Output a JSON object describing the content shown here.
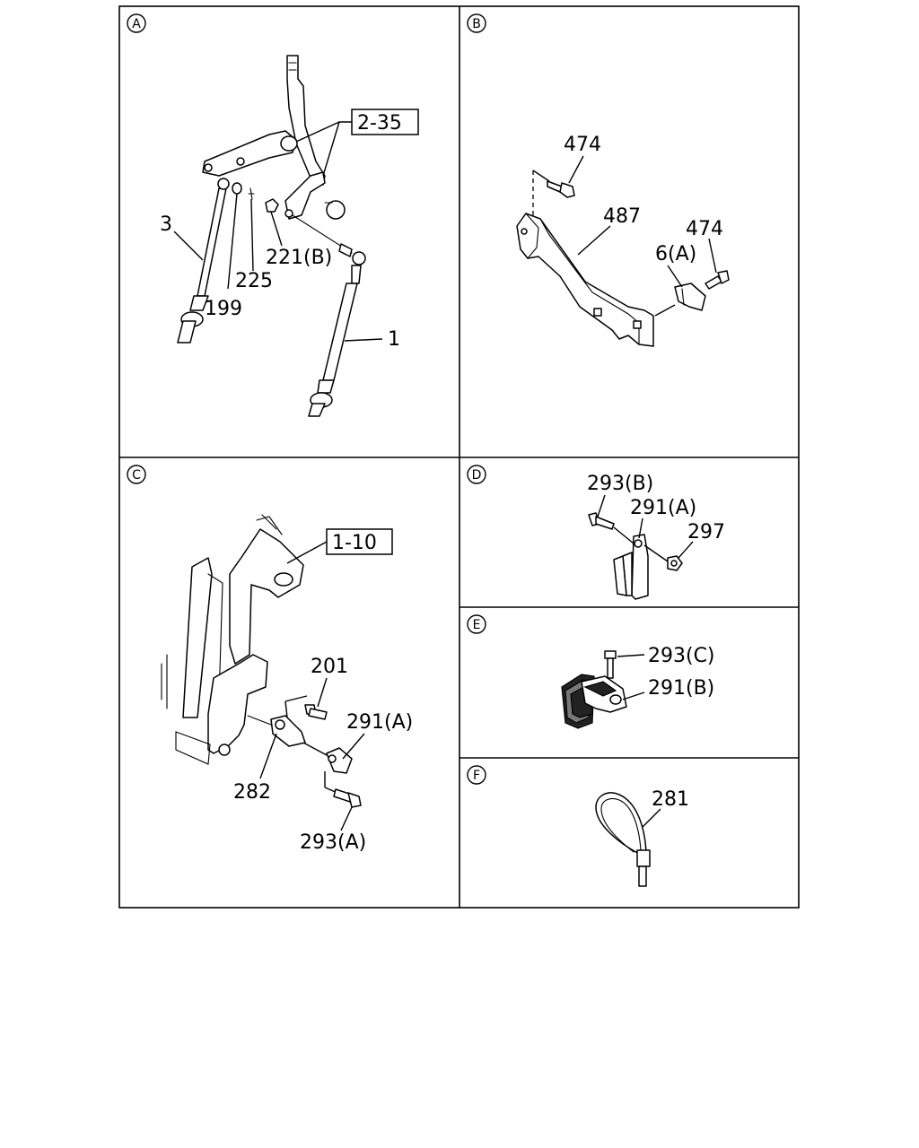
{
  "panels": [
    {
      "id": "A",
      "badge": "A"
    },
    {
      "id": "B",
      "badge": "B"
    },
    {
      "id": "C",
      "badge": "C"
    },
    {
      "id": "D",
      "badge": "D"
    },
    {
      "id": "E",
      "badge": "E"
    },
    {
      "id": "F",
      "badge": "F"
    }
  ],
  "callouts": {
    "A": {
      "ref": "2-35",
      "labels": [
        "3",
        "221(B)",
        "225",
        "199",
        "1"
      ]
    },
    "B": {
      "labels": [
        "474",
        "487",
        "474",
        "6(A)"
      ]
    },
    "C": {
      "ref": "1-10",
      "labels": [
        "201",
        "291(A)",
        "282",
        "293(A)"
      ]
    },
    "D": {
      "labels": [
        "293(B)",
        "291(A)",
        "297"
      ]
    },
    "E": {
      "labels": [
        "293(C)",
        "291(B)"
      ]
    },
    "F": {
      "labels": [
        "281"
      ]
    }
  }
}
